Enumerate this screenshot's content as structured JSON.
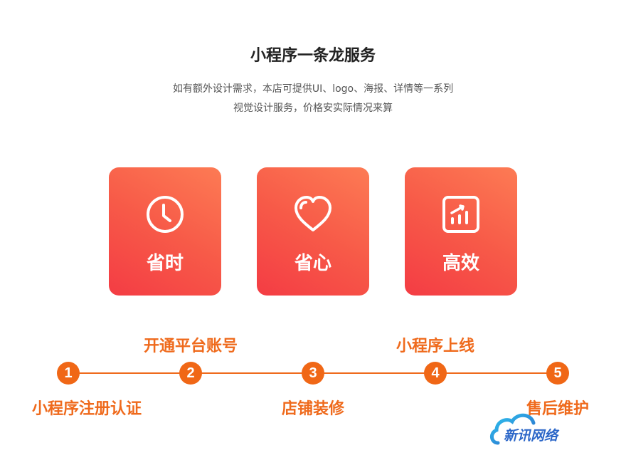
{
  "header": {
    "title": "小程序一条龙服务",
    "desc_line1": "如有额外设计需求，本店可提供UI、logo、海报、详情等一系列",
    "desc_line2": "视觉设计服务，价格安实际情况来算"
  },
  "cards": [
    {
      "label": "省时",
      "icon": "clock-icon"
    },
    {
      "label": "省心",
      "icon": "heart-icon"
    },
    {
      "label": "高效",
      "icon": "chart-up-icon"
    }
  ],
  "colors": {
    "accent_orange": "#ef6a1c",
    "card_red": "#f43c44",
    "card_orange": "#fd7b54",
    "brand_blue": "#2b66c8"
  },
  "steps": [
    {
      "num": "1",
      "label": "小程序注册认证",
      "position": "below"
    },
    {
      "num": "2",
      "label": "开通平台账号",
      "position": "above"
    },
    {
      "num": "3",
      "label": "店铺装修",
      "position": "below"
    },
    {
      "num": "4",
      "label": "小程序上线",
      "position": "above"
    },
    {
      "num": "5",
      "label": "售后维护",
      "position": "below"
    }
  ],
  "brand": {
    "name": "新讯网络",
    "icon": "cloud-logo-icon"
  }
}
